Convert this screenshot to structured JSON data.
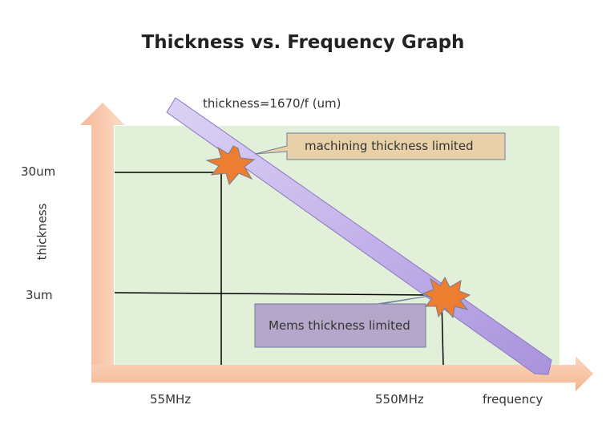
{
  "title": "Thickness vs. Frequency Graph",
  "formula": "thickness=1670/f (um)",
  "axes": {
    "y_label": "thickness",
    "x_label": "frequency",
    "y_ticks": [
      "30um",
      "3um"
    ],
    "x_ticks": [
      "55MHz",
      "550MHz"
    ]
  },
  "callouts": {
    "machining": "machining thickness limited",
    "mems": "Mems thickness limited"
  },
  "colors": {
    "plot_area": "#e2efd9",
    "axis_arrow": "#f8cbad",
    "band": "#c9b9ea",
    "burst": "#ed7d31",
    "callout_machining": "#e8d0a8",
    "callout_mems": "#b4a7c9"
  }
}
